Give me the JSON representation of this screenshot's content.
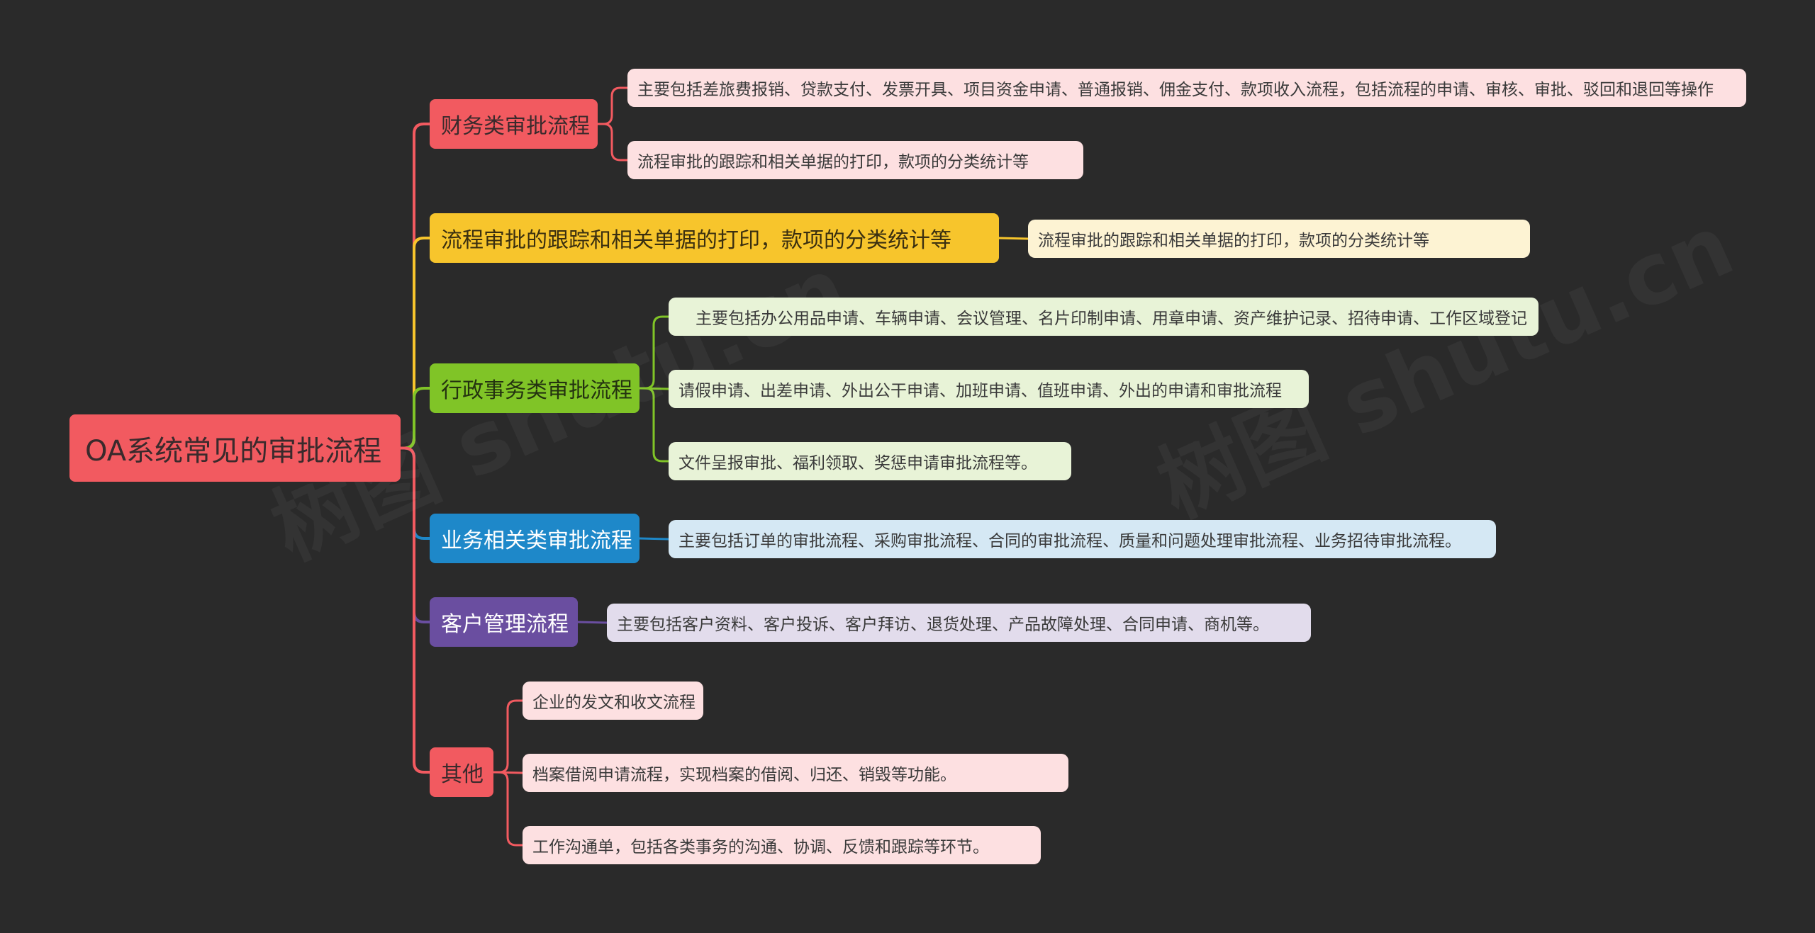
{
  "root": {
    "label": "OA系统常见的审批流程"
  },
  "branches": [
    {
      "label": "财务类审批流程",
      "color": "#f25a60",
      "leaves": [
        "主要包括差旅费报销、贷款支付、发票开具、项目资金申请、普通报销、佣金支付、款项收入流程，包括流程的申请、审核、审批、驳回和退回等操作",
        "流程审批的跟踪和相关单据的打印，款项的分类统计等"
      ]
    },
    {
      "label": "流程审批的跟踪和相关单据的打印，款项的分类统计等",
      "color": "#f7c52c",
      "leaves": [
        "流程审批的跟踪和相关单据的打印，款项的分类统计等"
      ]
    },
    {
      "label": "行政事务类审批流程",
      "color": "#80c427",
      "leaves": [
        "主要包括办公用品申请、车辆申请、会议管理、名片印制申请、用章申请、资产维护记录、招待申请、工作区域登记",
        "请假申请、出差申请、外出公干申请、加班申请、值班申请、外出的申请和审批流程",
        "文件呈报审批、福利领取、奖惩申请审批流程等。"
      ]
    },
    {
      "label": "业务相关类审批流程",
      "color": "#1e88c9",
      "leaves": [
        "主要包括订单的审批流程、采购审批流程、合同的审批流程、质量和问题处理审批流程、业务招待审批流程。"
      ]
    },
    {
      "label": "客户管理流程",
      "color": "#6a4ea0",
      "leaves": [
        "主要包括客户资料、客户投诉、客户拜访、退货处理、产品故障处理、合同申请、商机等。"
      ]
    },
    {
      "label": "其他",
      "color": "#f25a60",
      "leaves": [
        "企业的发文和收文流程",
        "档案借阅申请流程，实现档案的借阅、归还、销毁等功能。",
        "工作沟通单，包括各类事务的沟通、协调、反馈和跟踪等环节。"
      ]
    }
  ],
  "leaf_colors": [
    "#fde0e1",
    "#fdf3d3",
    "#e8f3d7",
    "#d5e8f4",
    "#e2dcec",
    "#fde0e1"
  ],
  "watermarks": [
    "树图 shutu.cn",
    "树图 shutu.cn"
  ]
}
